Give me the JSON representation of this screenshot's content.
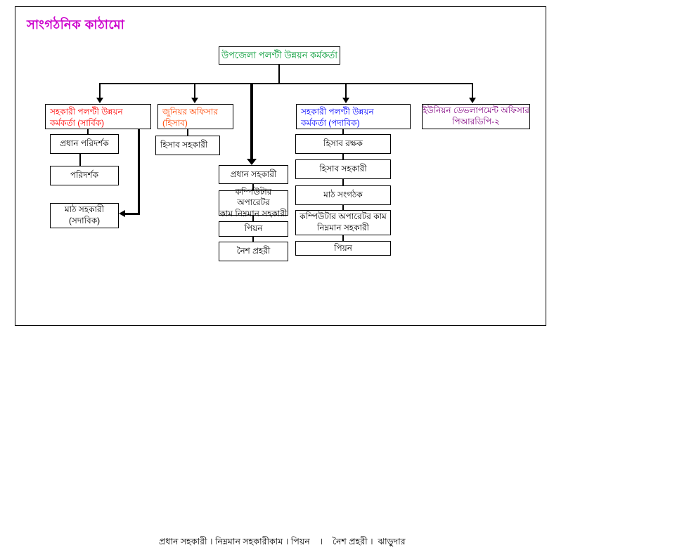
{
  "title": "সাংগঠনিক কাঠামো",
  "colors": {
    "title": "#CC00CC",
    "root_text": "#009933",
    "sarbik_text": "#FF0000",
    "junior_text": "#FF4500",
    "padabik_text": "#0000FF",
    "union_text": "#800080",
    "line": "#000000",
    "background": "#FFFFFF"
  },
  "chart": {
    "root": "উপজেলা পলণ্টী উন্নয়ন কর্মকর্তা",
    "branch_sarbik": {
      "line1": "সহকারী পলণ্টী উন্নয়ন",
      "line2": "কর্মকর্তা (সার্বিক)"
    },
    "branch_junior": "জুনিয়র অফিসার (হিসাব)",
    "branch_padabik": {
      "line1": "সহকারী পলণ্টী উন্নয়ন",
      "line2": "কর্মকর্তা (পদাবিক)"
    },
    "branch_union": {
      "line1": "ইউনিয়ন ডেভলাপমেন্ট অফিসার",
      "line2": "পিআরডিপি-২"
    },
    "col_sarbik": {
      "chief_inspector": "প্রধান পরিদর্শক",
      "inspector": "পরিদর্শক",
      "field_assistant": {
        "line1": "মাঠ সহকারী",
        "line2": "(সদাবিক)"
      }
    },
    "col_junior": {
      "accounts_assistant": "হিসাব সহকারী"
    },
    "col_middle": {
      "head_assistant": "প্রধান সহকারী",
      "computer_operator": {
        "line1": "কম্পিউটার অপারেটর",
        "line2": "কাম নিম্নমান সহকারী"
      },
      "peon": "পিয়ন",
      "night_guard": "নৈশ প্রহরী"
    },
    "col_padabik": {
      "accountant": "হিসাব রক্ষক",
      "accounts_assistant": "হিসাব সহকারী",
      "field_organizer": "মাঠ সংগঠক",
      "computer_operator": {
        "line1": "কম্পিউটার অপারেটর কাম",
        "line2": "নিম্নমান সহকারী"
      },
      "peon": "পিয়ন"
    }
  },
  "footer": "প্রধান সহকারী । নিম্নমান সহকারীকাম । পিয়ন    ।    নৈশ প্রহরী ।  ঝাড়ুদার"
}
